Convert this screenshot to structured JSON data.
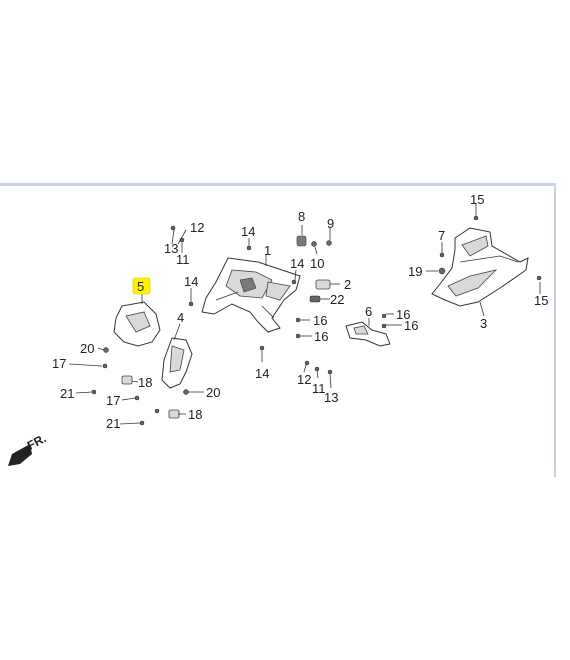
{
  "callouts": {
    "c15a": "15",
    "c7": "7",
    "c19": "19",
    "c15b": "15",
    "c3": "3",
    "c12a": "12",
    "c13a": "13",
    "c11a": "11",
    "c14a": "14",
    "c1": "1",
    "c8": "8",
    "c9": "9",
    "c10": "10",
    "c14b": "14",
    "c2": "2",
    "c22": "22",
    "c5": "5",
    "c14c": "14",
    "c4": "4",
    "c16a": "16",
    "c16b": "16",
    "c6": "6",
    "c16c": "16",
    "c16d": "16",
    "c20a": "20",
    "c17a": "17",
    "c18a": "18",
    "c21a": "21",
    "c20b": "20",
    "c17b": "17",
    "c14d": "14",
    "c12b": "12",
    "c11b": "11",
    "c13b": "13",
    "c18b": "18",
    "c21b": "21"
  },
  "direction_label": "FR.",
  "highlight_color": "#fff200"
}
